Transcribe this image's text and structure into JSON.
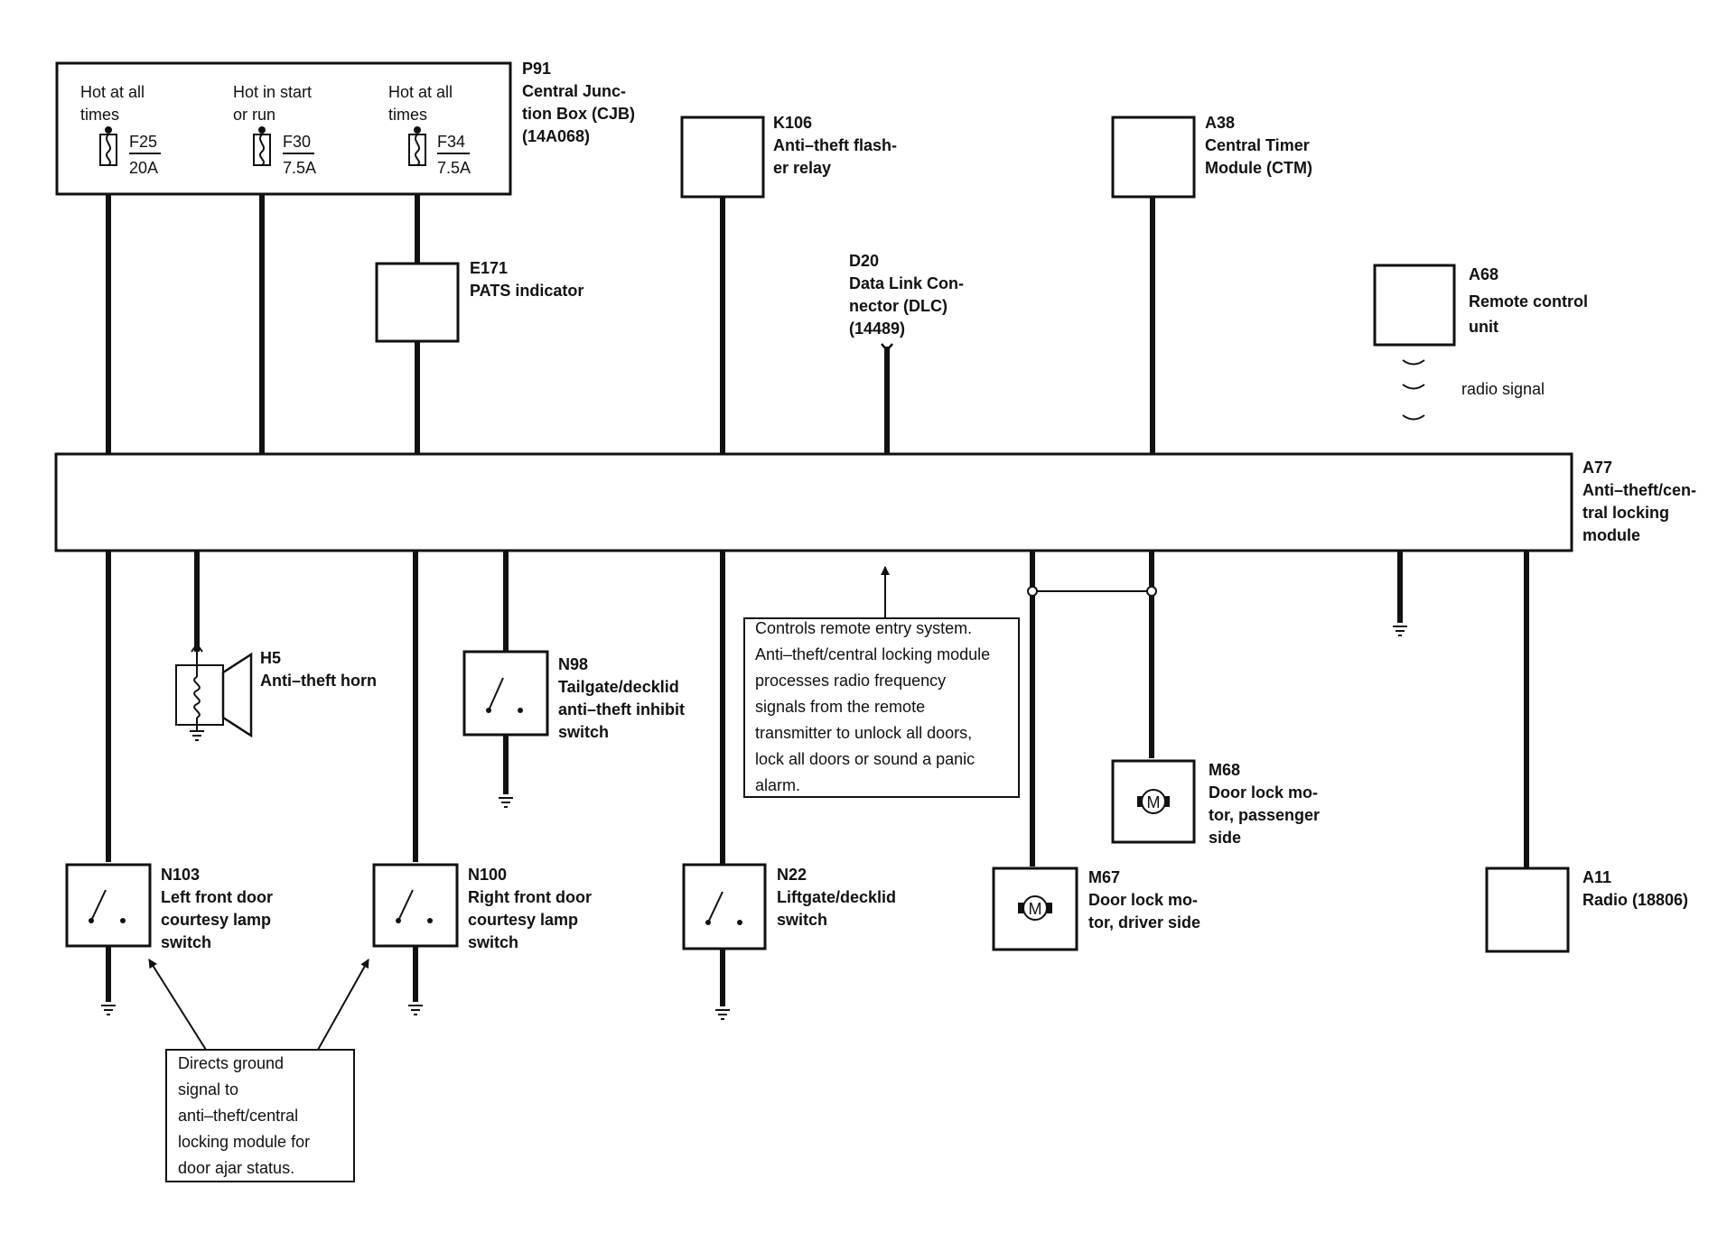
{
  "p91": {
    "id": "P91",
    "name": [
      "Central Junc-",
      "tion Box (CJB)",
      "(14A068)"
    ],
    "fuses": [
      {
        "hot": [
          "Hot at all",
          "times"
        ],
        "fuse": "F25",
        "rating": "20A"
      },
      {
        "hot": [
          "Hot in start",
          "or run"
        ],
        "fuse": "F30",
        "rating": "7.5A"
      },
      {
        "hot": [
          "Hot at all",
          "times"
        ],
        "fuse": "F34",
        "rating": "7.5A"
      }
    ]
  },
  "e171": {
    "id": "E171",
    "name": "PATS indicator"
  },
  "k106": {
    "id": "K106",
    "name": [
      "Anti–theft flash-",
      "er relay"
    ]
  },
  "d20": {
    "id": "D20",
    "name": [
      "Data Link Con-",
      "nector (DLC)",
      "(14489)"
    ]
  },
  "a38": {
    "id": "A38",
    "name": [
      "Central Timer",
      "Module (CTM)"
    ]
  },
  "a68": {
    "id": "A68",
    "name": [
      "Remote control",
      "unit"
    ],
    "signal": "radio signal"
  },
  "a77": {
    "id": "A77",
    "name": [
      "Anti–theft/cen-",
      "tral locking",
      "module"
    ]
  },
  "h5": {
    "id": "H5",
    "name": "Anti–theft horn"
  },
  "n98": {
    "id": "N98",
    "name": [
      "Tailgate/decklid",
      "anti–theft inhibit",
      "switch"
    ]
  },
  "n103": {
    "id": "N103",
    "name": [
      "Left front door",
      "courtesy lamp",
      "switch"
    ]
  },
  "n100": {
    "id": "N100",
    "name": [
      "Right front door",
      "courtesy lamp",
      "switch"
    ]
  },
  "n22": {
    "id": "N22",
    "name": [
      "Liftgate/decklid",
      "switch"
    ]
  },
  "m67": {
    "id": "M67",
    "name": [
      "Door lock mo-",
      "tor, driver side"
    ]
  },
  "m68": {
    "id": "M68",
    "name": [
      "Door lock mo-",
      "tor, passenger",
      "side"
    ]
  },
  "a11": {
    "id": "A11",
    "name": "Radio (18806)"
  },
  "motor_symbol": "M",
  "note_remote": [
    "Controls remote entry system.",
    "Anti–theft/central locking module",
    "processes radio frequency",
    "signals from the remote",
    "transmitter to unlock all doors,",
    "lock all doors or sound a panic",
    "alarm."
  ],
  "note_ground": [
    "Directs ground",
    "signal to",
    "anti–theft/central",
    "locking module for",
    "door ajar status."
  ]
}
